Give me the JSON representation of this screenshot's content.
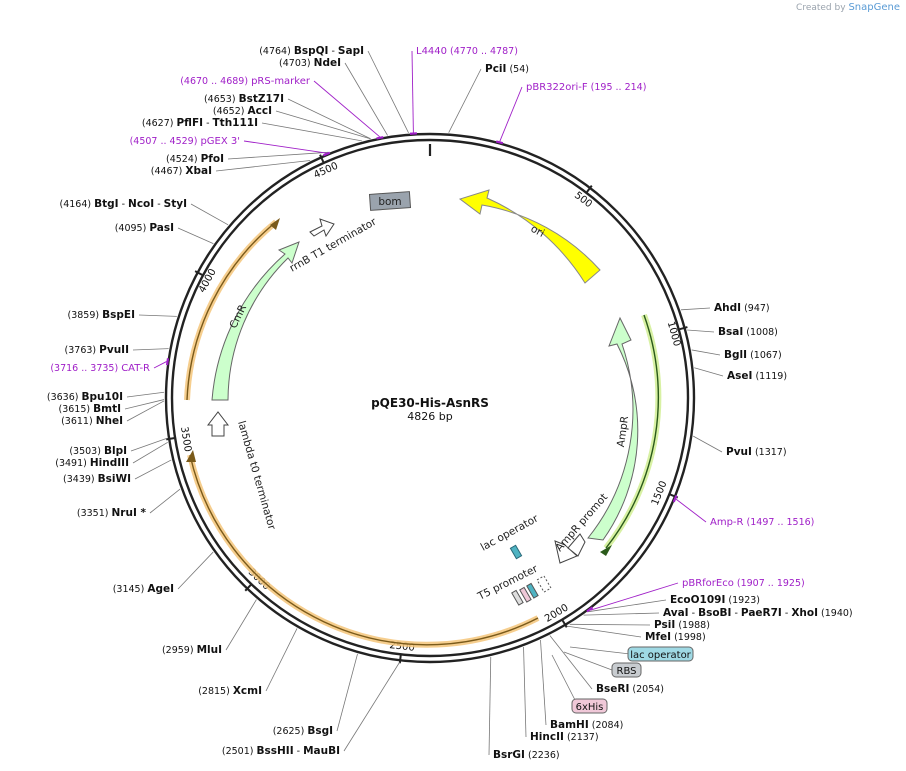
{
  "credit": {
    "prefix": "Created by",
    "brand": "SnapGene"
  },
  "plasmid": {
    "name": "pQE30-His-AsnRS",
    "size_label": "4826 bp"
  },
  "tick_labels": [
    "500",
    "1000",
    "1500",
    "2000",
    "2500",
    "3000",
    "3500",
    "4000",
    "4500"
  ],
  "features": [
    {
      "name": "ori",
      "type": "rep_origin",
      "color": "#ffff00"
    },
    {
      "name": "AmpR",
      "type": "cds",
      "color": "#ccffcc"
    },
    {
      "name": "AmpR promoter",
      "type": "promoter",
      "color": "#ffffff"
    },
    {
      "name": "CmR",
      "type": "cds",
      "color": "#ccffcc"
    },
    {
      "name": "rrnB T1 terminator",
      "type": "terminator",
      "color": "#ffffff"
    },
    {
      "name": "lambda t0 terminator",
      "type": "terminator",
      "color": "#ffffff"
    },
    {
      "name": "lac operator",
      "type": "protein_bind",
      "color": "#4fb3c2"
    },
    {
      "name": "T5 promoter",
      "type": "promoter",
      "color": "#ffffff"
    },
    {
      "name": "bom",
      "type": "misc",
      "color": "#9aa3ad"
    }
  ],
  "boxed_labels": [
    {
      "name": "lac operator",
      "color": "#9fd9e4"
    },
    {
      "name": "RBS",
      "color": "#c8ccd0"
    },
    {
      "name": "6xHis",
      "color": "#f0c8d8"
    }
  ],
  "enzymes": [
    {
      "name": "PciI",
      "pos": "(54)"
    },
    {
      "name": "AhdI",
      "pos": "(947)"
    },
    {
      "name": "BsaI",
      "pos": "(1008)"
    },
    {
      "name": "BglI",
      "pos": "(1067)"
    },
    {
      "name": "AseI",
      "pos": "(1119)"
    },
    {
      "name": "PvuI",
      "pos": "(1317)"
    },
    {
      "name": "EcoO109I",
      "pos": "(1923)"
    },
    {
      "name": "AvaI - BsoBI - PaeR7I - XhoI",
      "pos": "(1940)"
    },
    {
      "name": "PsiI",
      "pos": "(1988)"
    },
    {
      "name": "MfeI",
      "pos": "(1998)"
    },
    {
      "name": "BseRI",
      "pos": "(2054)"
    },
    {
      "name": "BamHI",
      "pos": "(2084)"
    },
    {
      "name": "HincII",
      "pos": "(2137)"
    },
    {
      "name": "BsrGI",
      "pos": "(2236)"
    },
    {
      "name": "BssHII - MauBI",
      "pos": "(2501)"
    },
    {
      "name": "BsgI",
      "pos": "(2625)"
    },
    {
      "name": "XcmI",
      "pos": "(2815)"
    },
    {
      "name": "MluI",
      "pos": "(2959)"
    },
    {
      "name": "AgeI",
      "pos": "(3145)"
    },
    {
      "name": "NruI *",
      "pos": "(3351)"
    },
    {
      "name": "BsiWI",
      "pos": "(3439)"
    },
    {
      "name": "HindIII",
      "pos": "(3491)"
    },
    {
      "name": "BlpI",
      "pos": "(3503)"
    },
    {
      "name": "NheI",
      "pos": "(3611)"
    },
    {
      "name": "BmtI",
      "pos": "(3615)"
    },
    {
      "name": "Bpu10I",
      "pos": "(3636)"
    },
    {
      "name": "PvuII",
      "pos": "(3763)"
    },
    {
      "name": "BspEI",
      "pos": "(3859)"
    },
    {
      "name": "PasI",
      "pos": "(4095)"
    },
    {
      "name": "BtgI - NcoI - StyI",
      "pos": "(4164)"
    },
    {
      "name": "XbaI",
      "pos": "(4467)"
    },
    {
      "name": "PfoI",
      "pos": "(4524)"
    },
    {
      "name": "PflFI - Tth111I",
      "pos": "(4627)"
    },
    {
      "name": "AccI",
      "pos": "(4652)"
    },
    {
      "name": "BstZ17I",
      "pos": "(4653)"
    },
    {
      "name": "NdeI",
      "pos": "(4703)"
    },
    {
      "name": "BspQI - SapI",
      "pos": "(4764)"
    }
  ],
  "primers": [
    {
      "name": "L4440",
      "range": "(4770 .. 4787)"
    },
    {
      "name": "pBR322ori-F",
      "range": "(195 .. 214)"
    },
    {
      "name": "Amp-R",
      "range": "(1497 .. 1516)"
    },
    {
      "name": "pBRforEco",
      "range": "(1907 .. 1925)"
    },
    {
      "name": "CAT-R",
      "range": "(3716 .. 3735)"
    },
    {
      "name": "pGEX 3'",
      "range": "(4507 .. 4529)"
    },
    {
      "name": "pRS-marker",
      "range": "(4670 .. 4689)"
    }
  ],
  "colors": {
    "backbone": "#222222",
    "primer": "#a020c8",
    "orf_highlight": "#f5c67a",
    "cds": "#ccffcc",
    "ori": "#ffff00"
  }
}
